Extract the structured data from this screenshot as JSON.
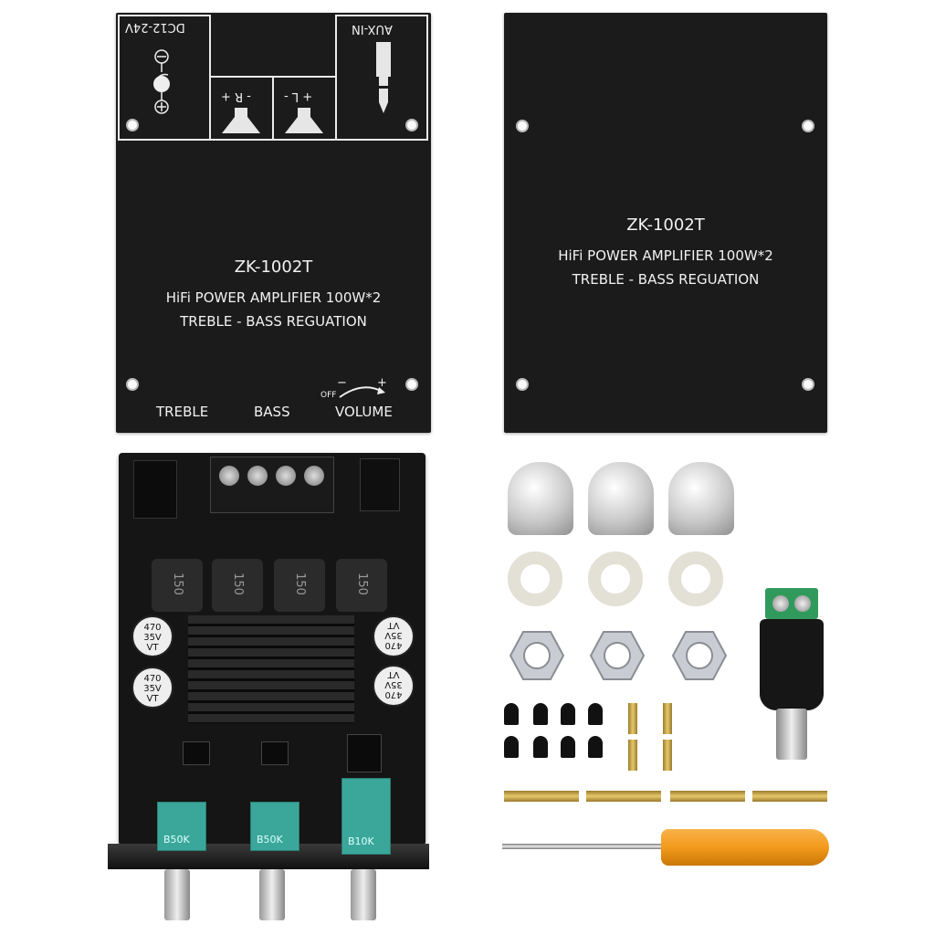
{
  "top_panel": {
    "dc_label": "DC12-24V",
    "aux_label": "AUX-IN",
    "right_speaker_label": "- R +",
    "left_speaker_label": "+ L -",
    "model": "ZK-1002T",
    "line1": "HiFi POWER AMPLIFIER 100W*2",
    "line2": "TREBLE - BASS  REGUATION",
    "treble": "TREBLE",
    "bass": "BASS",
    "volume": "VOLUME",
    "off": "OFF",
    "minus": "−",
    "plus": "+"
  },
  "bottom_panel": {
    "model": "ZK-1002T",
    "line1": "HiFi POWER AMPLIFIER 100W*2",
    "line2": "TREBLE - BASS  REGUATION"
  },
  "board": {
    "inductor_label": "150",
    "cap_label_lines": [
      "470",
      "35V",
      "VT"
    ],
    "pot_labels": [
      "B50K",
      "B50K",
      "B10K"
    ]
  },
  "colors": {
    "panel": "#1b1b1b",
    "pcb": "#151515",
    "heatsink": "#222222",
    "pot": "#3aa79a",
    "screwdriver": "#f39a1c",
    "terminal": "#2f9a5c"
  }
}
